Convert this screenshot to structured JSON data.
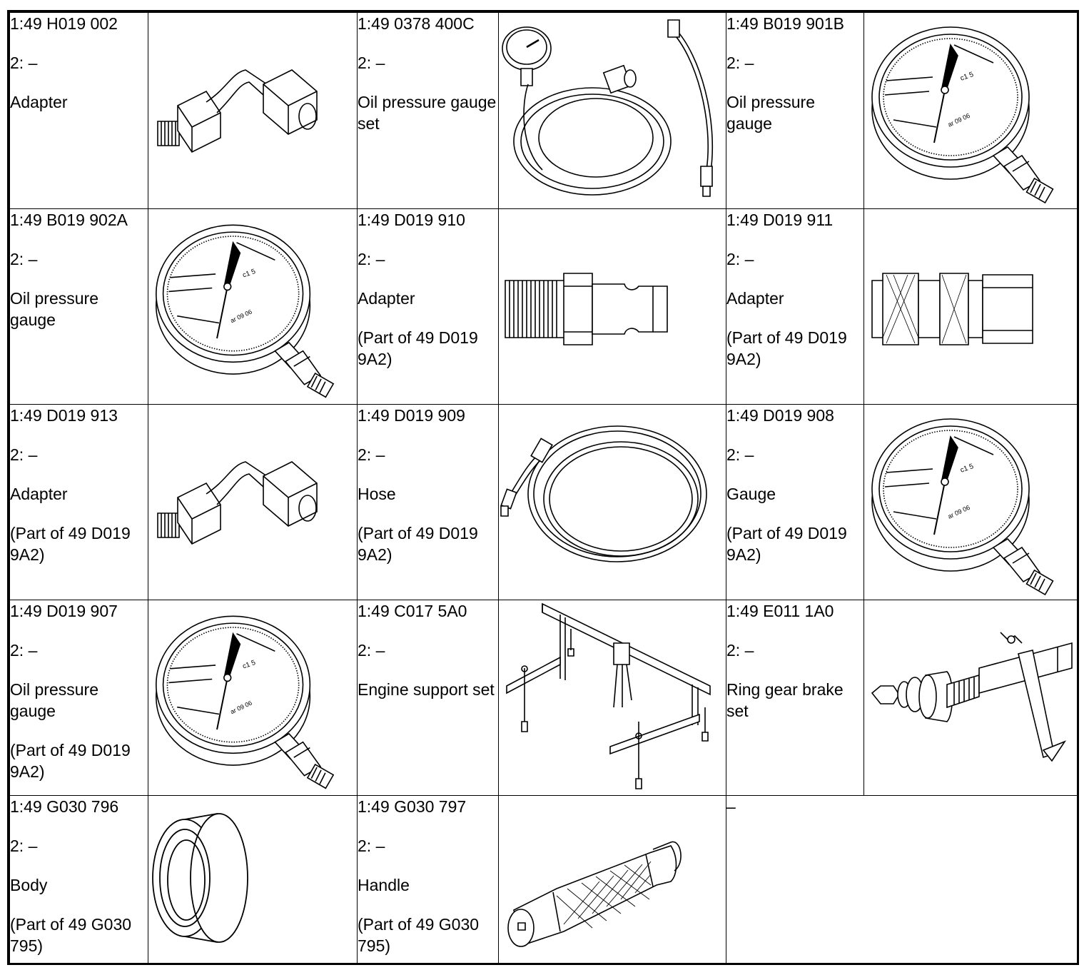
{
  "rows": [
    [
      {
        "part": "1:49 H019 002",
        "note": "2: –",
        "name": "Adapter",
        "part_of": "",
        "icon": "elbow-adapter-icon"
      },
      {
        "part": "1:49 0378 400C",
        "note": "2: –",
        "name": "Oil pressure gauge set",
        "part_of": "",
        "icon": "gauge-set-icon"
      },
      {
        "part": "1:49 B019 901B",
        "note": "2: –",
        "name": "Oil pressure gauge",
        "part_of": "",
        "icon": "pressure-gauge-icon"
      }
    ],
    [
      {
        "part": "1:49 B019 902A",
        "note": "2: –",
        "name": "Oil pressure gauge",
        "part_of": "",
        "icon": "pressure-gauge-icon"
      },
      {
        "part": "1:49 D019 910",
        "note": "2: –",
        "name": "Adapter",
        "part_of": "(Part of 49 D019 9A2)",
        "icon": "quick-coupler-plug-icon"
      },
      {
        "part": "1:49 D019 911",
        "note": "2: –",
        "name": "Adapter",
        "part_of": "(Part of 49 D019 9A2)",
        "icon": "quick-coupler-socket-icon"
      }
    ],
    [
      {
        "part": "1:49 D019 913",
        "note": "2: –",
        "name": "Adapter",
        "part_of": "(Part of 49 D019 9A2)",
        "icon": "elbow-adapter-icon"
      },
      {
        "part": "1:49 D019 909",
        "note": "2: –",
        "name": "Hose",
        "part_of": "(Part of 49 D019 9A2)",
        "icon": "hose-icon"
      },
      {
        "part": "1:49 D019 908",
        "note": "2: –",
        "name": "Gauge",
        "part_of": "(Part of 49 D019 9A2)",
        "icon": "pressure-gauge-icon"
      }
    ],
    [
      {
        "part": "1:49 D019 907",
        "note": "2: –",
        "name": "Oil pressure gauge",
        "part_of": "(Part of 49 D019 9A2)",
        "icon": "pressure-gauge-icon"
      },
      {
        "part": "1:49 C017 5A0",
        "note": "2: –",
        "name": "Engine support set",
        "part_of": "",
        "icon": "engine-support-icon"
      },
      {
        "part": "1:49 E011 1A0",
        "note": "2: –",
        "name": "Ring gear brake set",
        "part_of": "",
        "icon": "ring-gear-brake-icon"
      }
    ],
    [
      {
        "part": "1:49 G030 796",
        "note": "2: –",
        "name": "Body",
        "part_of": "(Part of 49 G030 795)",
        "icon": "ring-body-icon"
      },
      {
        "part": "1:49 G030 797",
        "note": "2: –",
        "name": "Handle",
        "part_of": "(Part of 49 G030 795)",
        "icon": "knurled-handle-icon"
      },
      {
        "empty": "–"
      }
    ]
  ]
}
